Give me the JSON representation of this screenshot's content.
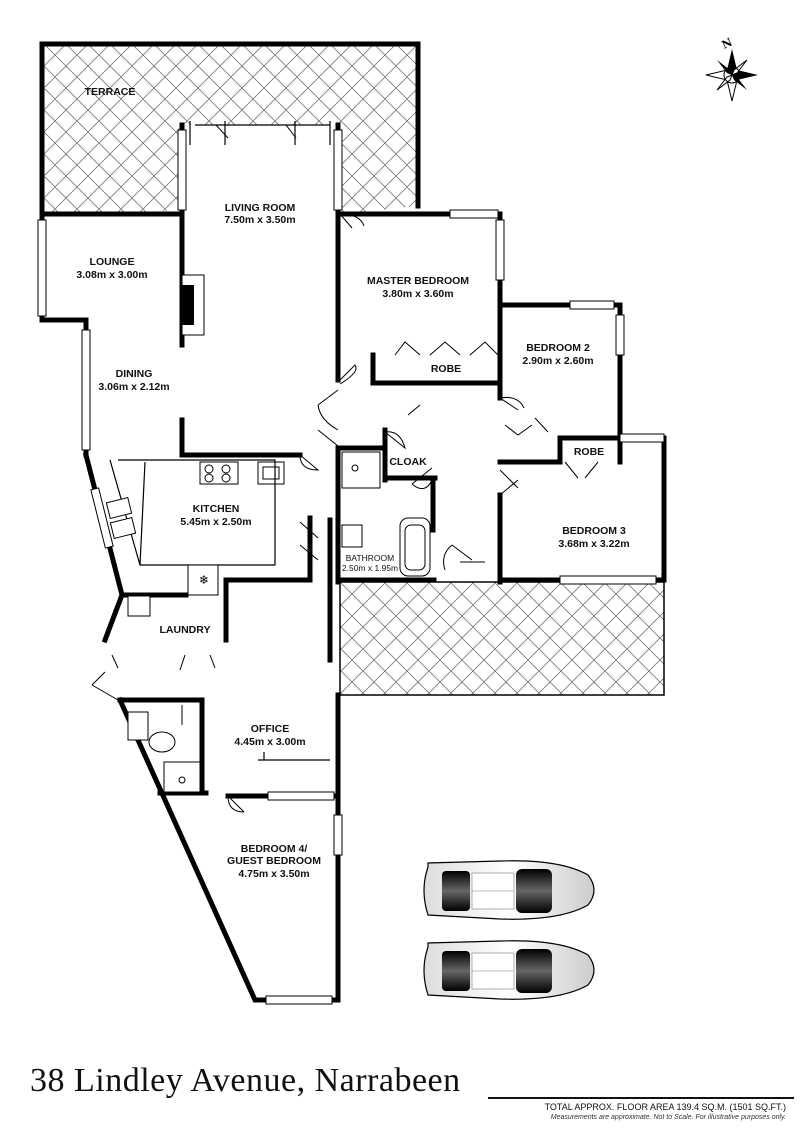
{
  "rooms": {
    "terrace": {
      "name": "TERRACE"
    },
    "living": {
      "name": "LIVING ROOM",
      "size": "7.50m x 3.50m"
    },
    "lounge": {
      "name": "LOUNGE",
      "size": "3.08m x 3.00m"
    },
    "dining": {
      "name": "DINING",
      "size": "3.06m x 2.12m"
    },
    "master": {
      "name": "MASTER BEDROOM",
      "size": "3.80m x 3.60m"
    },
    "robe1": {
      "name": "ROBE"
    },
    "bedroom2": {
      "name": "BEDROOM 2",
      "size": "2.90m x 2.60m"
    },
    "robe2": {
      "name": "ROBE"
    },
    "cloak": {
      "name": "CLOAK"
    },
    "kitchen": {
      "name": "KITCHEN",
      "size": "5.45m x 2.50m"
    },
    "bathroom": {
      "name": "BATHROOM",
      "size": "2.50m x 1.95m"
    },
    "bedroom3": {
      "name": "BEDROOM 3",
      "size": "3.68m x 3.22m"
    },
    "laundry": {
      "name": "LAUNDRY"
    },
    "office": {
      "name": "OFFICE",
      "size": "4.45m x 3.00m"
    },
    "bedroom4": {
      "name": "BEDROOM 4/",
      "name2": "GUEST BEDROOM",
      "size": "4.75m x 3.50m"
    }
  },
  "compass": {
    "north": "N"
  },
  "footer": {
    "address": "38 Lindley Avenue, Narrabeen",
    "area": "TOTAL APPROX. FLOOR AREA 139.4 SQ.M. (1501 SQ.FT.)",
    "note": "Measurements are approximate. Not to Scale. For illustrative purposes only."
  },
  "icons": [
    "compass-rose-icon",
    "car-icon",
    "snowflake-icon"
  ]
}
